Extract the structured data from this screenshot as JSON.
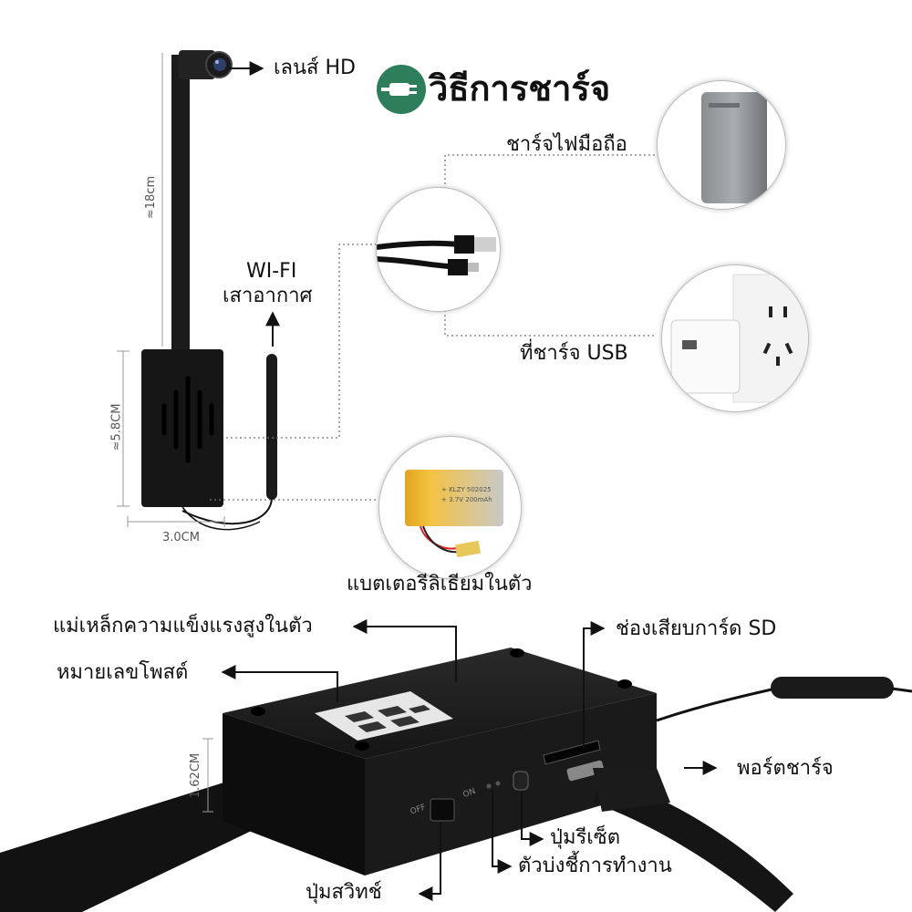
{
  "header": {
    "title": "วิธีการชาร์จ",
    "plug_icon": "plug-icon",
    "accent_color": "#2e7d5b"
  },
  "top_diagram": {
    "labels": {
      "lens": "เลนส์ HD",
      "wifi_line1": "WI-FI",
      "wifi_line2": "เสาอากาศ",
      "powerbank": "ชาร์จไฟมือถือ",
      "usb_charger": "ที่ชาร์จ USB",
      "battery": "แบตเตอรีลิเธียมในตัว"
    },
    "dimensions": {
      "length": "≈18cm",
      "height": "≈5.8CM",
      "width": "3.0CM"
    },
    "battery_text": {
      "line1": "+ KLZY 502025",
      "line2": "+ 3.7V 200mAh"
    }
  },
  "bottom_diagram": {
    "labels": {
      "magnet": "แม่เหล็กความแข็งแรงสูงในตัว",
      "serial": "หมายเลขโพสต์",
      "sd_slot": "ช่องเสียบการ์ด SD",
      "charge_port": "พอร์ตชาร์จ",
      "reset": "ปุ่มรีเซ็ต",
      "indicator": "ตัวบ่งชี้การทำงาน",
      "switch": "ปุ่มสวิทช์"
    },
    "dimensions": {
      "thickness": "1.62CM"
    },
    "switch_text": {
      "off": "OFF",
      "on": "ON"
    }
  }
}
